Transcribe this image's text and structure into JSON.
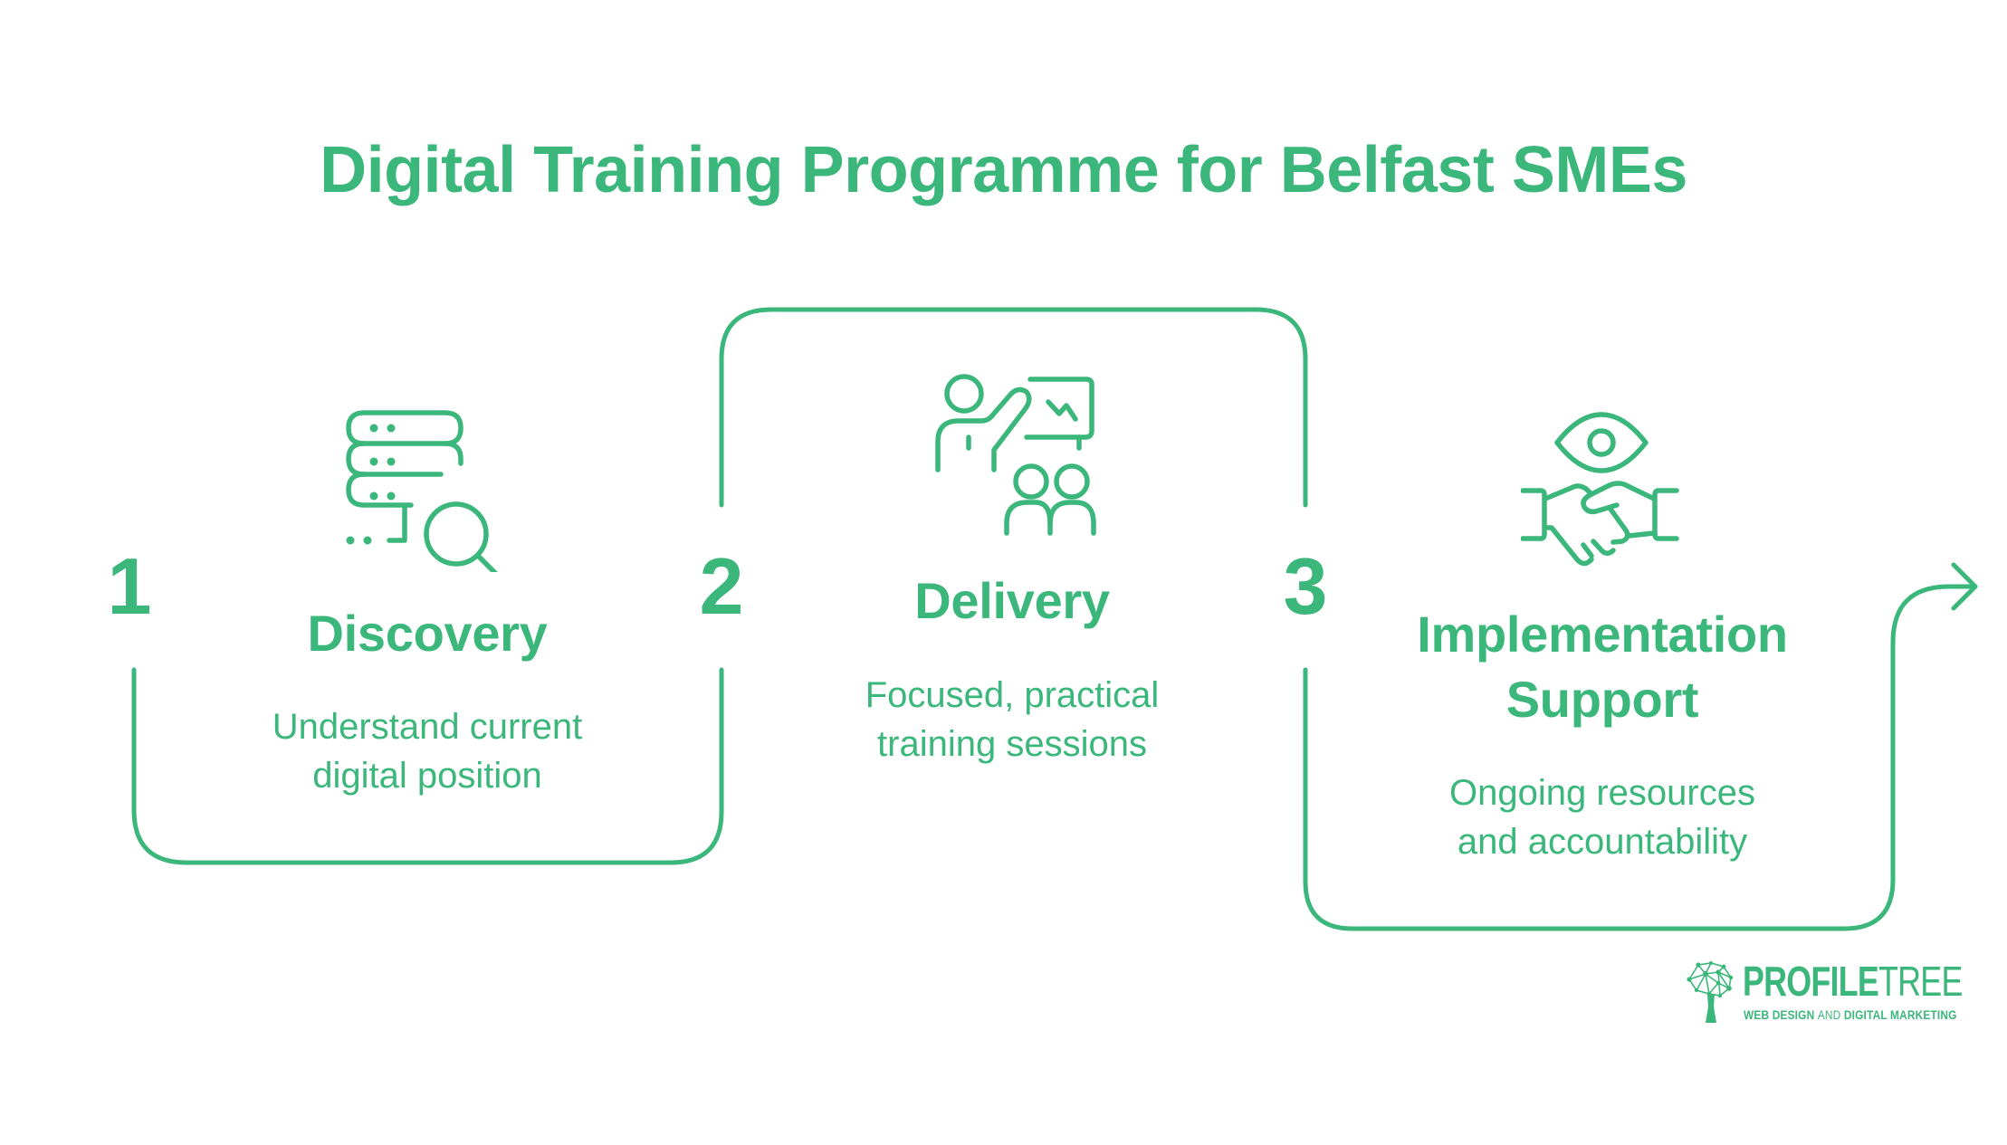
{
  "title": "Digital Training Programme for Belfast SMEs",
  "colors": {
    "accent": "#3BB77B",
    "background": "#FFFFFF"
  },
  "steps": [
    {
      "number": "1",
      "title": "Discovery",
      "description_lines": [
        "Understand current",
        "digital position"
      ],
      "icon": "server-search-icon"
    },
    {
      "number": "2",
      "title": "Delivery",
      "description_lines": [
        "Focused, practical",
        "training sessions"
      ],
      "icon": "presentation-training-icon"
    },
    {
      "number": "3",
      "title_lines": [
        "Implementation",
        "Support"
      ],
      "description_lines": [
        "Ongoing resources",
        "and accountability"
      ],
      "icon": "eye-handshake-icon"
    }
  ],
  "flow_arrow": "arrow-right-icon",
  "logo": {
    "brand_bold": "PROFILE",
    "brand_light": "TREE",
    "tagline_a": "WEB DESIGN ",
    "tagline_b": "AND",
    "tagline_c": " DIGITAL MARKETING",
    "icon": "tree-network-icon"
  }
}
